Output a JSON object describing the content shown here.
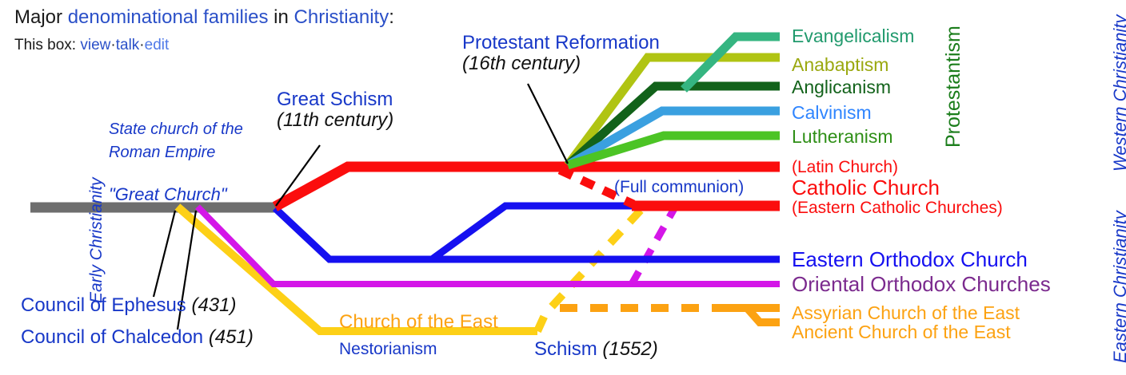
{
  "header": {
    "title_prefix": "Major ",
    "title_link1": "denominational families",
    "title_mid": " in ",
    "title_link2": "Christianity",
    "title_suffix": ":",
    "box_prefix": "This box:",
    "box_links": [
      "view",
      "talk",
      "edit"
    ],
    "box_separator": "·"
  },
  "annotations": {
    "great_schism": {
      "name": "Great Schism",
      "year": "(11th century)"
    },
    "protestant_reformation": {
      "name": "Protestant Reformation",
      "year": "(16th century)"
    },
    "council_ephesus": {
      "name": "Council of Ephesus",
      "year": "(431)"
    },
    "council_chalcedon": {
      "name": "Council of Chalcedon",
      "year": "(451)"
    },
    "schism_1552": {
      "name": "Schism",
      "year": "(1552)"
    },
    "state_church_l1": "State church of the",
    "state_church_l2": "Roman Empire",
    "great_church": "\"Great Church\"",
    "full_communion": "(Full communion)",
    "nestorianism": "Nestorianism",
    "church_of_the_east": "Church of the East"
  },
  "vertical_labels": {
    "early_christianity": "Early Christianity",
    "protestantism": "Protestantism",
    "western_christianity": "Western Christianity",
    "eastern_christianity": "Eastern Christianity"
  },
  "branches": [
    {
      "key": "evangelicalism",
      "label": "Evangelicalism",
      "color": "#35b581"
    },
    {
      "key": "anabaptism",
      "label": "Anabaptism",
      "color": "#b0c413"
    },
    {
      "key": "anglicanism",
      "label": "Anglicanism",
      "color": "#12621a"
    },
    {
      "key": "calvinism",
      "label": "Calvinism",
      "color": "#3aa0e0"
    },
    {
      "key": "lutheranism",
      "label": "Lutheranism",
      "color": "#4cc425"
    },
    {
      "key": "latin_church",
      "label": "(Latin Church)",
      "color": "#fb0d0d"
    },
    {
      "key": "catholic_church",
      "label": "Catholic Church",
      "color": "#fb0d0d"
    },
    {
      "key": "eastern_catholic",
      "label": "(Eastern Catholic Churches)",
      "color": "#fb0d0d"
    },
    {
      "key": "eastern_orthodox",
      "label": "Eastern Orthodox Church",
      "color": "#1510f0"
    },
    {
      "key": "oriental_orthodox",
      "label": "Oriental Orthodox Churches",
      "color": "#7b2a8e"
    },
    {
      "key": "assyrian",
      "label": "Assyrian Church of the East",
      "color": "#fca212"
    },
    {
      "key": "ancient",
      "label": "Ancient Church of the East",
      "color": "#fca212"
    }
  ],
  "colors": {
    "early_christianity_bar": "#6e6e6e",
    "catholic_red": "#fb0d0d",
    "orthodox_blue": "#1510f0",
    "oriental_magenta": "#d416e8",
    "oriental_label": "#7b2a8e",
    "church_east_yellow": "#fdd017",
    "assyrian_orange": "#fca212",
    "evangelicalism": "#35b581",
    "anabaptism": "#b0c413",
    "anglicanism": "#12621a",
    "calvinism": "#3aa0e0",
    "lutheranism": "#4cc425",
    "link_blue": "#2b50c8",
    "annotation_blue": "#1838c8",
    "protestantism_green": "#1b7d1b",
    "text_black": "#1a1a1a"
  },
  "legend_swatches": [
    {
      "key": "evangelicalism",
      "color": "#35b581"
    },
    {
      "key": "anabaptism",
      "color": "#b0c413"
    },
    {
      "key": "anglicanism",
      "color": "#12621a"
    },
    {
      "key": "calvinism",
      "color": "#3aa0e0"
    },
    {
      "key": "lutheranism",
      "color": "#4cc425"
    }
  ]
}
